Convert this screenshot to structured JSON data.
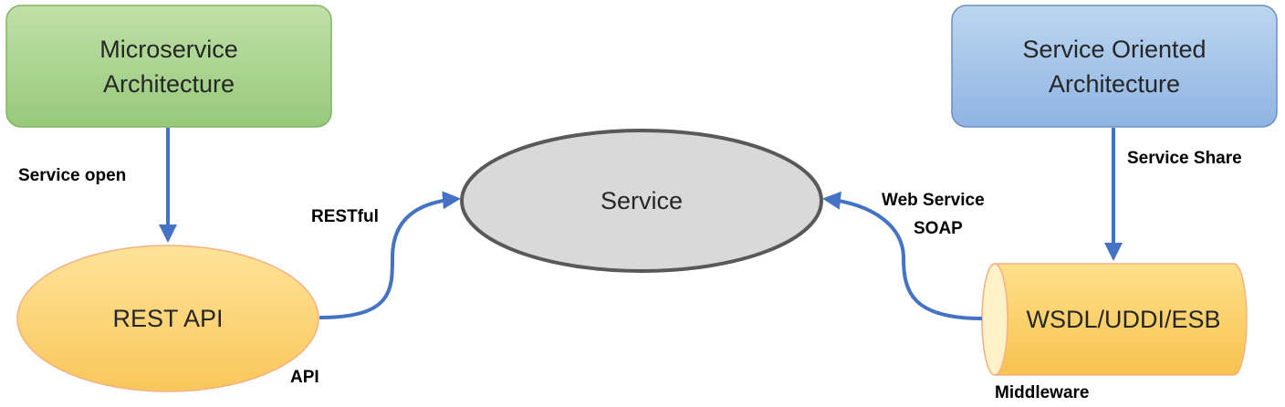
{
  "nodes": {
    "microservice": {
      "line1": "Microservice",
      "line2": "Architecture"
    },
    "soa": {
      "line1": "Service Oriented",
      "line2": "Architecture"
    },
    "service": {
      "label": "Service"
    },
    "rest_api": {
      "label": "REST API"
    },
    "middleware": {
      "label": "WSDL/UDDI/ESB"
    }
  },
  "edge_labels": {
    "service_open": "Service open",
    "service_share": "Service Share",
    "restful": "RESTful",
    "web_service": "Web Service",
    "soap": "SOAP",
    "api": "API",
    "middleware": "Middleware"
  },
  "colors": {
    "arrow": "#4472c4",
    "green_fill": "#a9d18e",
    "green_stroke": "#82b366",
    "blue_fill": "#9dc3e6",
    "blue_stroke": "#6c8ebf",
    "gray_fill": "#d9d9d9",
    "gray_stroke": "#595959",
    "orange_fill": "#ffd966",
    "orange_stroke": "#f4b183"
  }
}
